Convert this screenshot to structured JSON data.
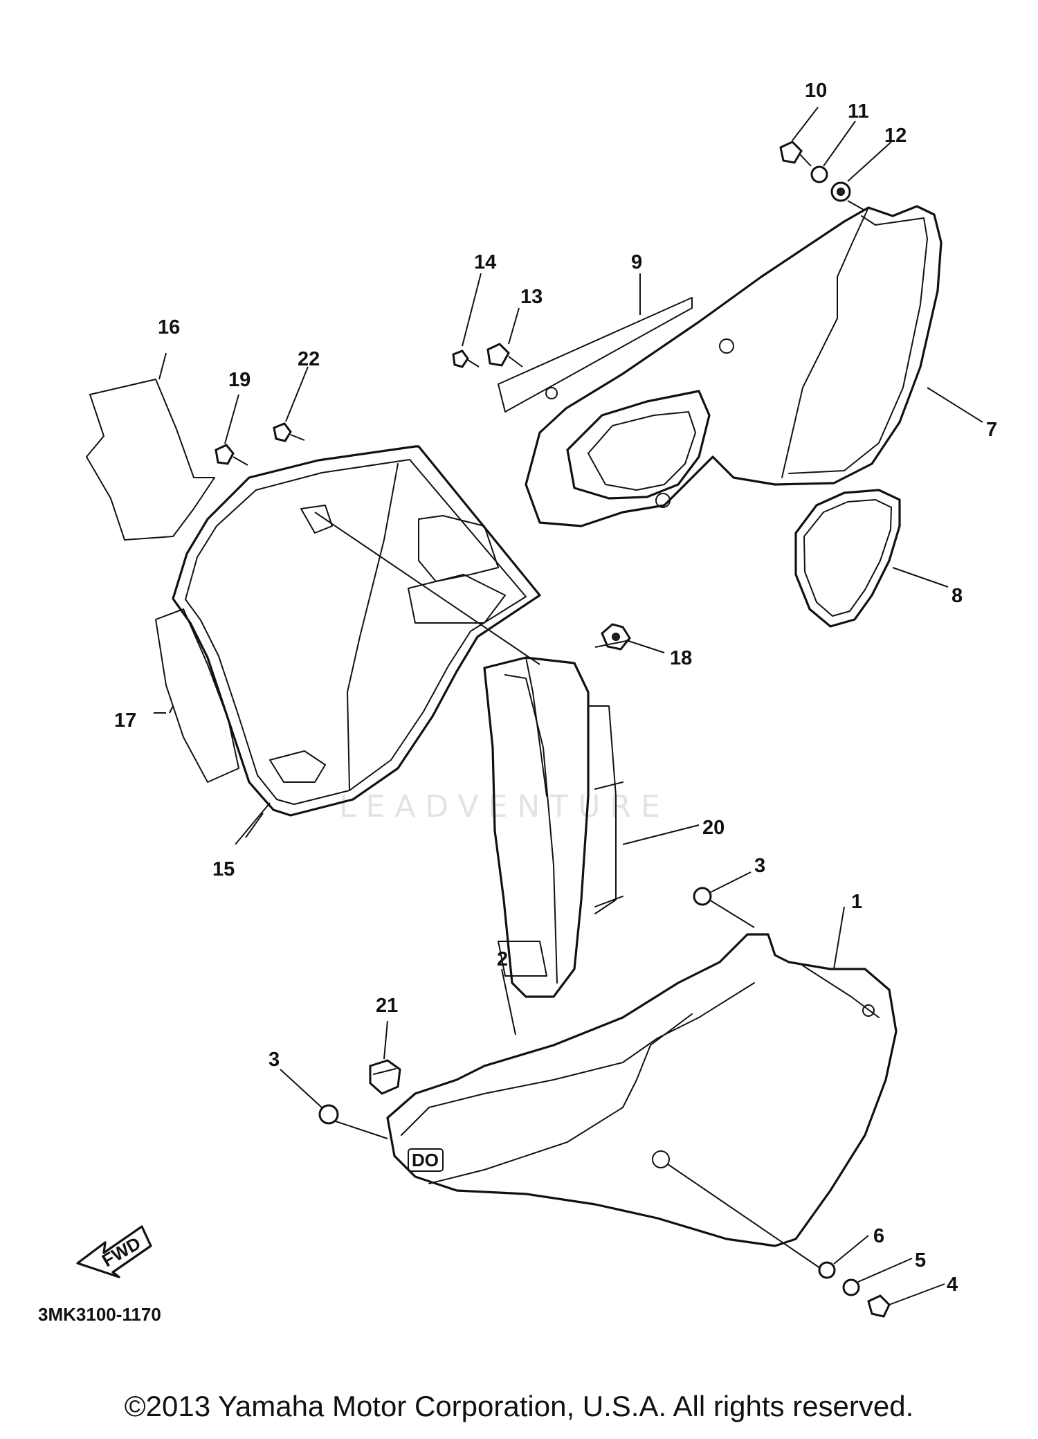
{
  "callouts": [
    {
      "id": "1",
      "label": "1"
    },
    {
      "id": "2",
      "label": "2"
    },
    {
      "id": "3a",
      "label": "3"
    },
    {
      "id": "3b",
      "label": "3"
    },
    {
      "id": "4",
      "label": "4"
    },
    {
      "id": "5",
      "label": "5"
    },
    {
      "id": "6",
      "label": "6"
    },
    {
      "id": "7",
      "label": "7"
    },
    {
      "id": "8",
      "label": "8"
    },
    {
      "id": "9",
      "label": "9"
    },
    {
      "id": "10",
      "label": "10"
    },
    {
      "id": "11",
      "label": "11"
    },
    {
      "id": "12",
      "label": "12"
    },
    {
      "id": "13",
      "label": "13"
    },
    {
      "id": "14",
      "label": "14"
    },
    {
      "id": "15",
      "label": "15"
    },
    {
      "id": "16",
      "label": "16"
    },
    {
      "id": "17",
      "label": "17"
    },
    {
      "id": "18",
      "label": "18"
    },
    {
      "id": "19",
      "label": "19"
    },
    {
      "id": "20",
      "label": "20"
    },
    {
      "id": "21",
      "label": "21"
    },
    {
      "id": "22",
      "label": "22"
    }
  ],
  "direction_label": "FWD",
  "diagram_code": "3MK3100-1170",
  "watermark": "LEADVENTURE",
  "copyright": "©2013 Yamaha Motor Corporation, U.S.A. All rights reserved."
}
